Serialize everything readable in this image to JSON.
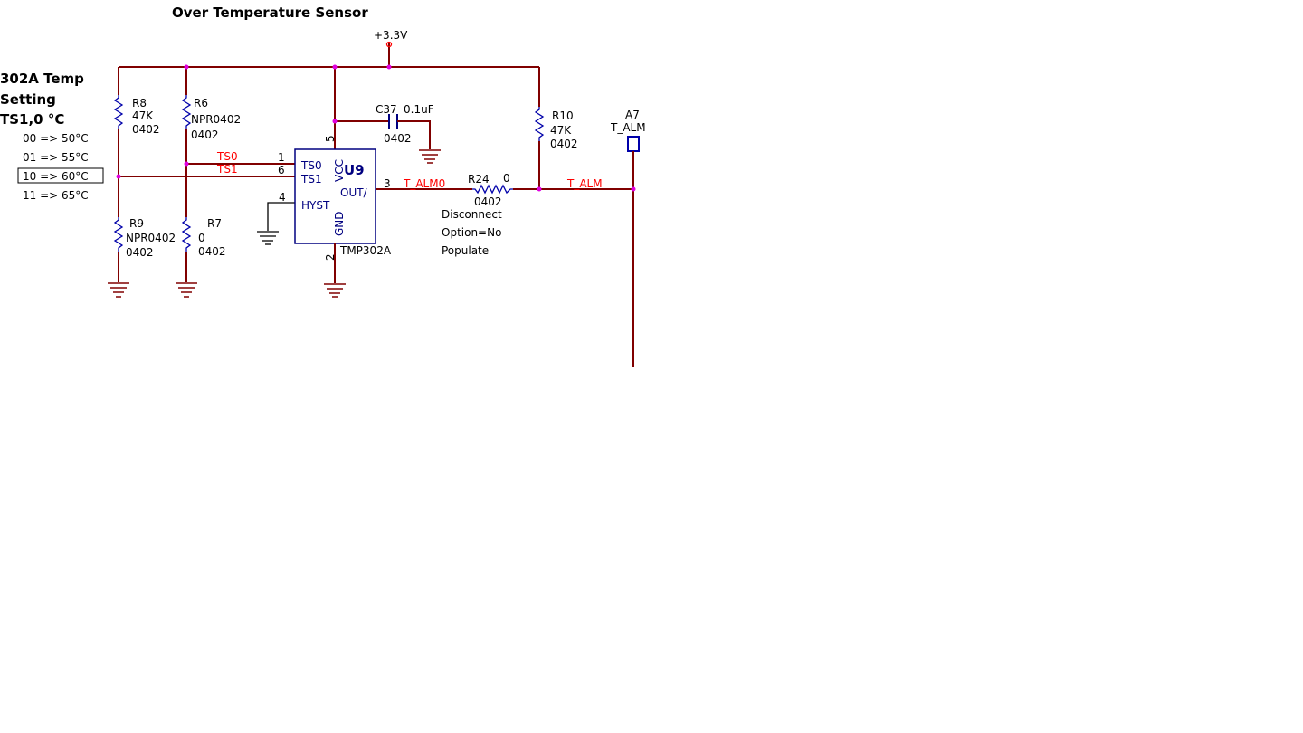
{
  "title": "Over Temperature Sensor",
  "power": {
    "label": "+3.3V"
  },
  "settings": {
    "heading_line1": "302A Temp",
    "heading_line2": "Setting",
    "heading_line3": "TS1,0 °C",
    "rows": [
      "00 => 50°C",
      "01 => 55°C",
      "10 => 60°C",
      "11 => 65°C"
    ],
    "selected_index": 2
  },
  "components": {
    "r8": {
      "ref": "R8",
      "value": "47K",
      "package": "0402"
    },
    "r6": {
      "ref": "R6",
      "value": "NPR0402",
      "package": "0402"
    },
    "r9": {
      "ref": "R9",
      "value": "NPR0402",
      "package": "0402"
    },
    "r7": {
      "ref": "R7",
      "value": "0",
      "package": "0402"
    },
    "c37": {
      "ref": "C37",
      "value": "0.1uF",
      "package": "0402"
    },
    "r10": {
      "ref": "R10",
      "value": "47K",
      "package": "0402"
    },
    "r24": {
      "ref": "R24",
      "value": "0",
      "package": "0402"
    },
    "u9": {
      "ref": "U9",
      "part": "TMP302A",
      "pins": {
        "ts0": "TS0",
        "ts1": "TS1",
        "hyst": "HYST",
        "out": "OUT/",
        "vcc": "VCC",
        "gnd": "GND"
      },
      "pin_numbers": {
        "ts0": "1",
        "ts1": "6",
        "hyst": "4",
        "out": "3",
        "vcc": "5",
        "gnd": "2"
      }
    },
    "a7": {
      "ref": "A7",
      "net": "T_ALM"
    }
  },
  "nets": {
    "ts0": "TS0",
    "ts1": "TS1",
    "t_alm0": "T_ALM0",
    "t_alm": "T_ALM"
  },
  "note": {
    "line1": "Disconnect",
    "line2": "Option=No",
    "line3": "Populate"
  },
  "colors": {
    "wire": "#800000",
    "net_label": "#ff0000",
    "component": "#000080",
    "junction": "#e000e0"
  }
}
